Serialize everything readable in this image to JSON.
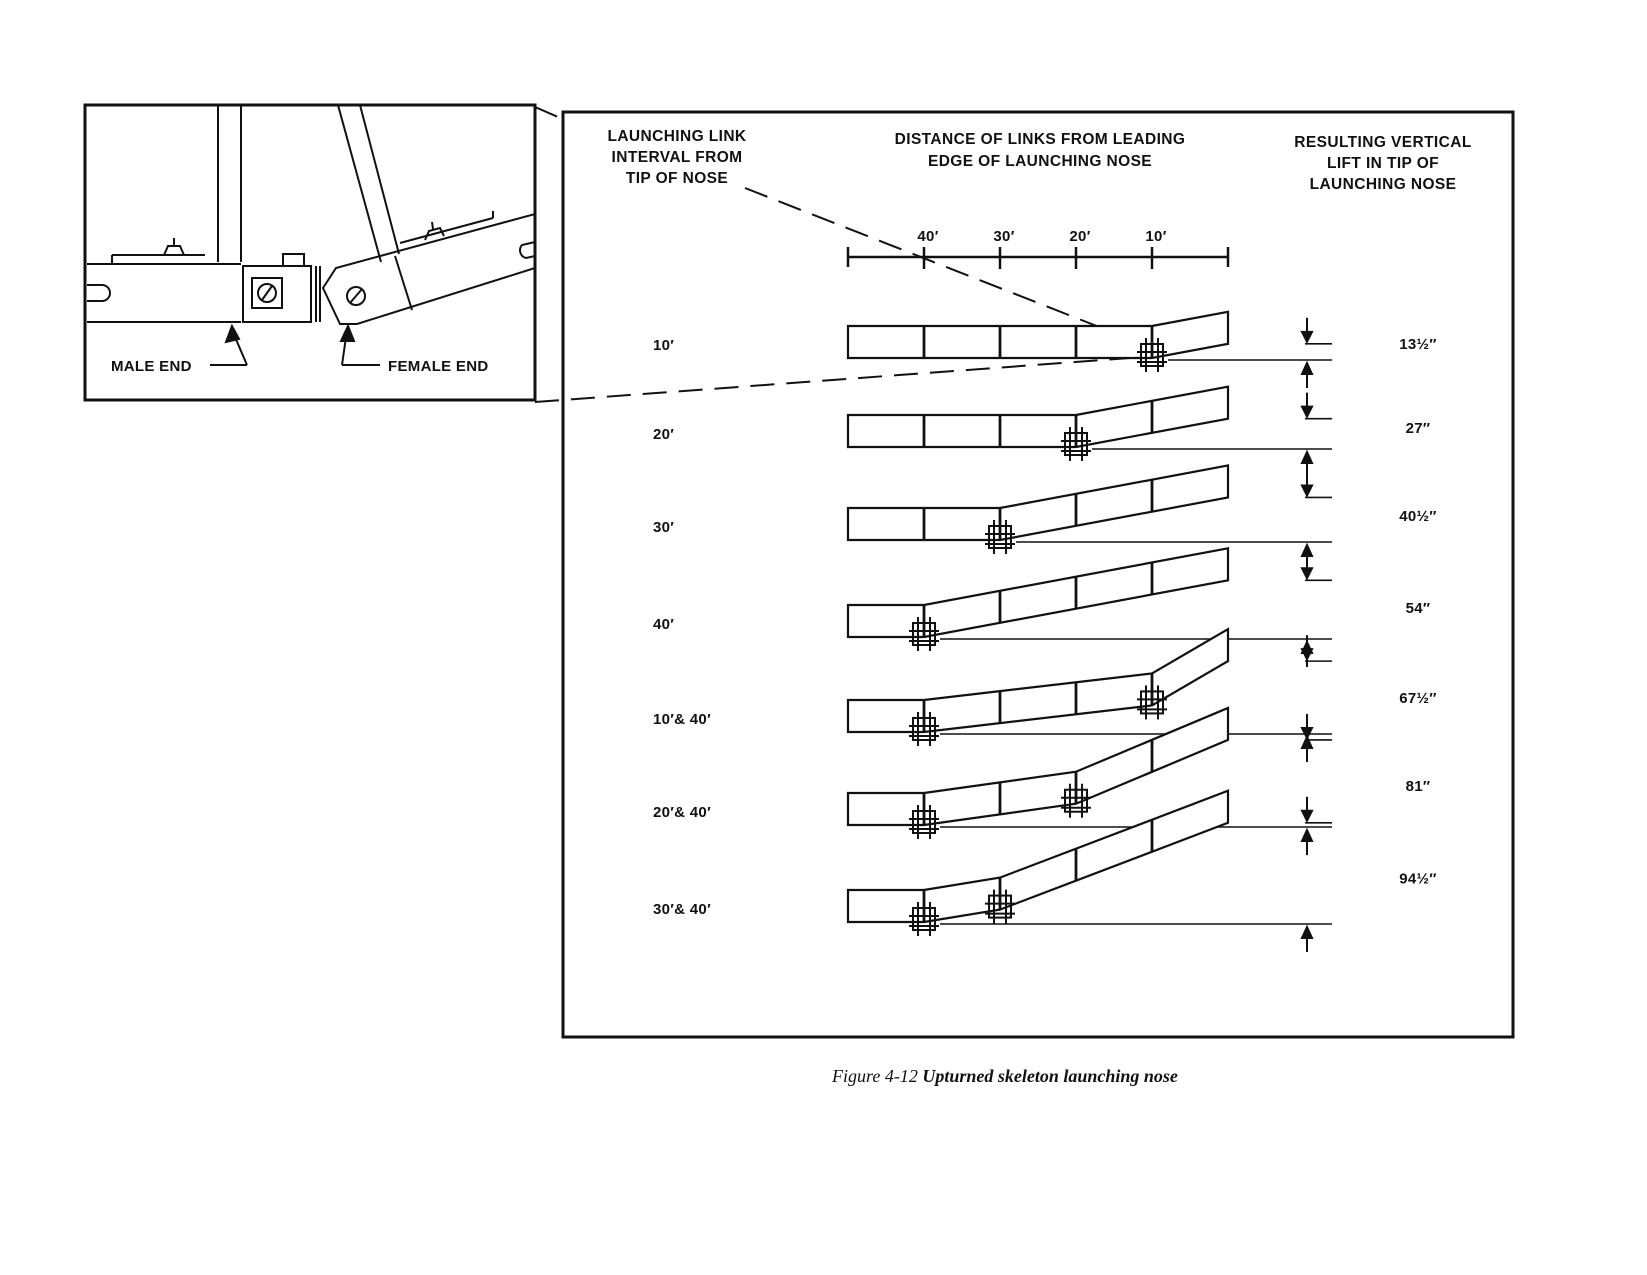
{
  "inset": {
    "male_end_label": "MALE END",
    "female_end_label": "FEMALE END"
  },
  "headers": {
    "left": [
      "LAUNCHING LINK",
      "INTERVAL FROM",
      "TIP OF NOSE"
    ],
    "middle": [
      "DISTANCE OF LINKS FROM LEADING",
      "EDGE OF LAUNCHING NOSE"
    ],
    "right": [
      "RESULTING VERTICAL",
      "LIFT IN TIP OF",
      "LAUNCHING NOSE"
    ]
  },
  "scale": {
    "ticks": [
      "40′",
      "30′",
      "20′",
      "10′"
    ]
  },
  "rows": [
    {
      "interval": "10′",
      "links_ft": [
        10
      ],
      "lift": "13½″",
      "lift_in": 13.5
    },
    {
      "interval": "20′",
      "links_ft": [
        20
      ],
      "lift": "27″",
      "lift_in": 27
    },
    {
      "interval": "30′",
      "links_ft": [
        30
      ],
      "lift": "40½″",
      "lift_in": 40.5
    },
    {
      "interval": "40′",
      "links_ft": [
        40
      ],
      "lift": "54″",
      "lift_in": 54
    },
    {
      "interval": "10′& 40′",
      "links_ft": [
        10,
        40
      ],
      "lift": "67½″",
      "lift_in": 67.5
    },
    {
      "interval": "20′& 40′",
      "links_ft": [
        20,
        40
      ],
      "lift": "81″",
      "lift_in": 81
    },
    {
      "interval": "30′& 40′",
      "links_ft": [
        30,
        40
      ],
      "lift": "94½″",
      "lift_in": 94.5
    }
  ],
  "caption": {
    "prefix": "Figure 4-12",
    "title": "Upturned skeleton launching nose"
  }
}
